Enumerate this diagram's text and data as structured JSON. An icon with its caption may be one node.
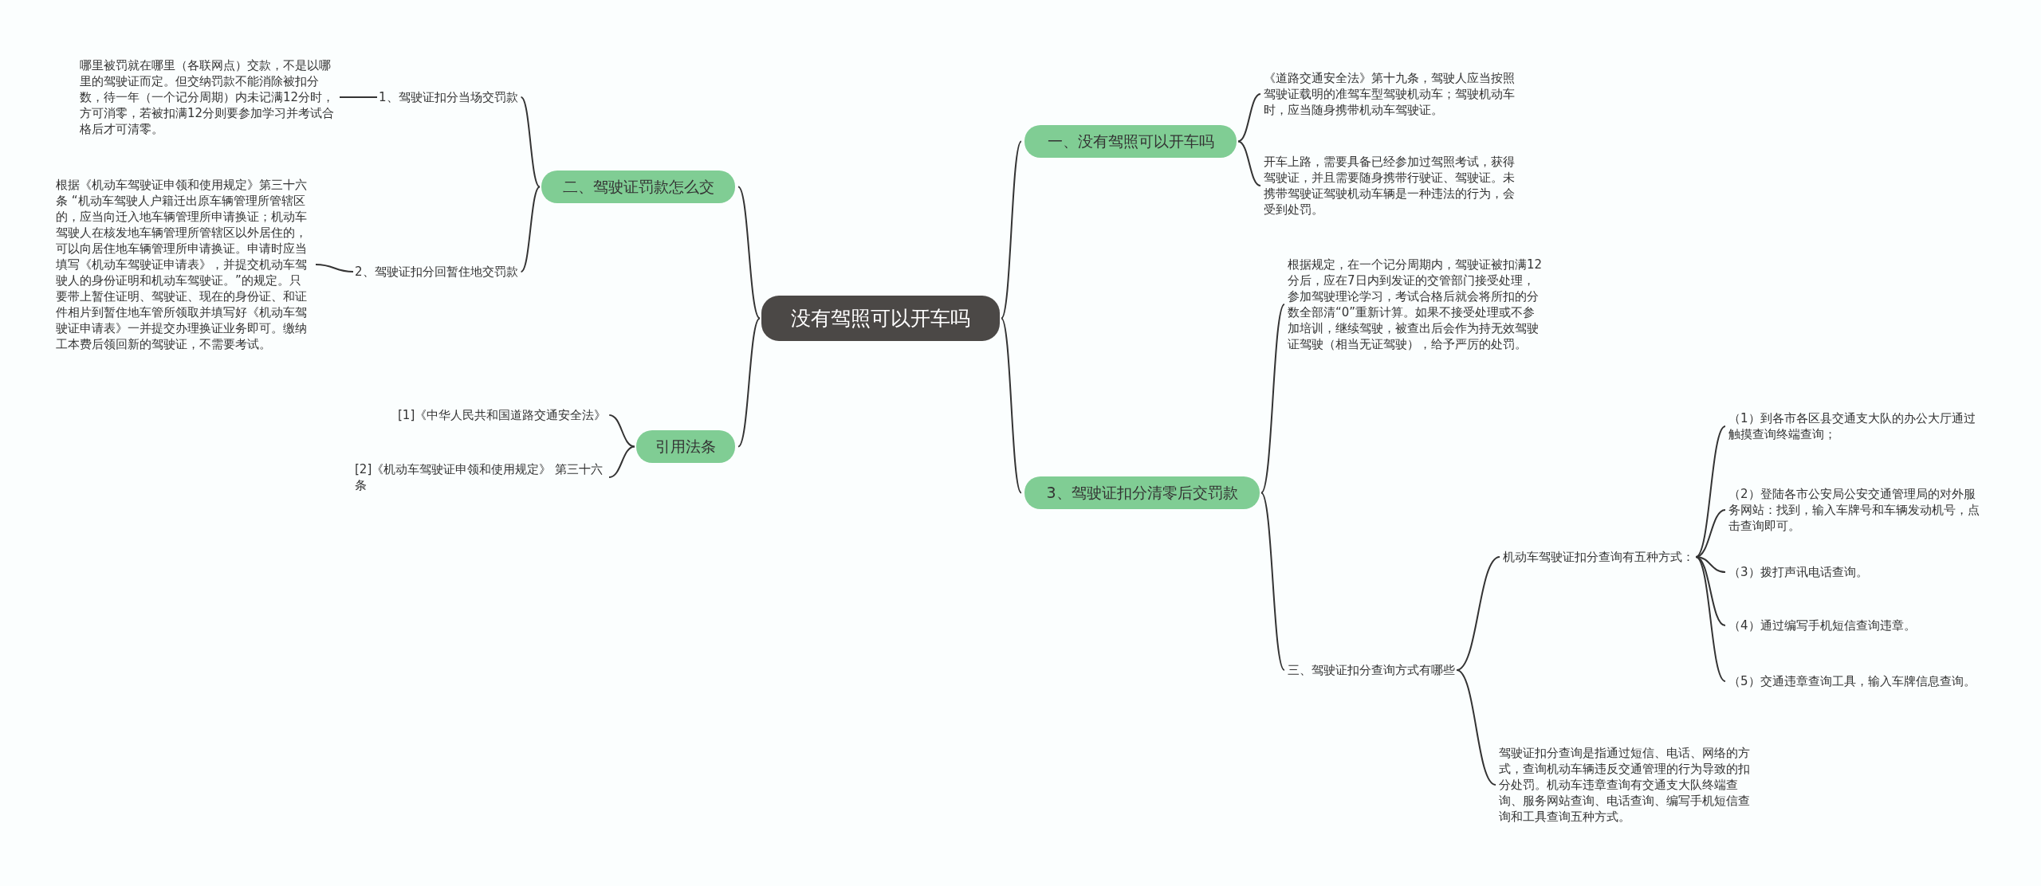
{
  "diagram": {
    "nodes": [
      {
        "text": [
          "没有驾照可以开车吗"
        ]
      },
      {
        "text": [
          "一、没有驾照可以开车吗"
        ]
      },
      {
        "text": [
          "二、驾驶证罚款怎么交"
        ]
      },
      {
        "text": [
          "引用法条"
        ]
      },
      {
        "text": [
          "3、驾驶证扣分清零后交罚款"
        ]
      },
      {
        "text": [
          "《道路交通安全法》第十九条，驾驶人应当按照驾驶证载明的准驾车型驾驶机动车；驾驶机动车时，应当随身携带机动车驾驶证。"
        ]
      },
      {
        "text": [
          "开车上路，需要具备已经参加过驾照考试，获得驾驶证，并且需要随身携带行驶证、驾驶证。未携带驾驶证驾驶机动车辆是一种违法的行为，会受到处罚。"
        ]
      },
      {
        "text": [
          "1、驾驶证扣分当场交罚款"
        ]
      },
      {
        "text": [
          "哪里被罚就在哪里（各联网点）交款，不是以哪里的驾驶证而定。但交纳罚款不能消除被扣分数，待一年（一个记分周期）内未记满12分时，方可消零，若被扣满12分则要参加学习并考试合格后才可清零。"
        ]
      },
      {
        "text": [
          "2、驾驶证扣分回暂住地交罚款"
        ]
      },
      {
        "text": [
          "根据《机动车驾驶证申领和使用规定》第三十六条 “机动车驾驶人户籍迁出原车辆管理所管辖区的，应当向迁入地车辆管理所申请换证；机动车驾驶人在核发地车辆管理所管辖区以外居住的，可以向居住地车辆管理所申请换证。申请时应当填写《机动车驾驶证申请表》，并提交机动车驾驶人的身份证明和机动车驾驶证。”的规定。只要带上暂住证明、驾驶证、现在的身份证、和证件相片到暂住地车管所领取并填写好《机动车驾驶证申请表》一并提交办理换证业务即可。缴纳工本费后领回新的驾驶证，不需要考试。"
        ]
      },
      {
        "text": [
          "[1]《中华人民共和国道路交通安全法》"
        ]
      },
      {
        "text": [
          "[2]《机动车驾驶证申领和使用规定》 第三十六条"
        ]
      },
      {
        "text": [
          "根据规定，在一个记分周期内，驾驶证被扣满12分后，应在7日内到发证的交管部门接受处理，参加驾驶理论学习，考试合格后就会将所扣的分数全部清“0”重新计算。如果不接受处理或不参加培训，继续驾驶，被查出后会作为持无效驾驶证驾驶（相当无证驾驶），给予严厉的处罚。"
        ]
      },
      {
        "text": [
          "三、驾驶证扣分查询方式有哪些"
        ]
      },
      {
        "text": [
          "机动车驾驶证扣分查询有五种方式："
        ]
      },
      {
        "text": [
          "（1）到各市各区县交通支大队的办公大厅通过触摸查询终端查询；"
        ]
      },
      {
        "text": [
          "（2）登陆各市公安局公安交通管理局的对外服务网站：找到，输入车牌号和车辆发动机号，点击查询即可。"
        ]
      },
      {
        "text": [
          "（3）拨打声讯电话查询。"
        ]
      },
      {
        "text": [
          "（4）通过编写手机短信查询违章。"
        ]
      },
      {
        "text": [
          "（5）交通违章查询工具，输入车牌信息查询。"
        ]
      },
      {
        "text": [
          "驾驶证扣分查询是指通过短信、电话、网络的方式，查询机动车辆违反交通管理的行为导致的扣分处罚。机动车违章查询有交通支大队终端查询、服务网站查询、电话查询、编写手机短信查询和工具查询五种方式。"
        ]
      }
    ],
    "edges": [
      {
        "from": 0,
        "to": 1,
        "arrow": "none"
      },
      {
        "from": 0,
        "to": 2,
        "arrow": "none"
      },
      {
        "from": 0,
        "to": 3,
        "arrow": "none"
      },
      {
        "from": 0,
        "to": 4,
        "arrow": "none"
      },
      {
        "from": 1,
        "to": 5,
        "arrow": "none"
      },
      {
        "from": 1,
        "to": 6,
        "arrow": "none"
      },
      {
        "from": 2,
        "to": 7,
        "arrow": "none"
      },
      {
        "from": 2,
        "to": 9,
        "arrow": "none"
      },
      {
        "from": 7,
        "to": 8,
        "arrow": "none"
      },
      {
        "from": 9,
        "to": 10,
        "arrow": "none"
      },
      {
        "from": 3,
        "to": 11,
        "arrow": "none"
      },
      {
        "from": 3,
        "to": 12,
        "arrow": "none"
      },
      {
        "from": 4,
        "to": 13,
        "arrow": "none"
      },
      {
        "from": 4,
        "to": 14,
        "arrow": "none"
      },
      {
        "from": 14,
        "to": 15,
        "arrow": "none"
      },
      {
        "from": 14,
        "to": 21,
        "arrow": "none"
      },
      {
        "from": 15,
        "to": 16,
        "arrow": "none"
      },
      {
        "from": 15,
        "to": 17,
        "arrow": "none"
      },
      {
        "from": 15,
        "to": 18,
        "arrow": "none"
      },
      {
        "from": 15,
        "to": 19,
        "arrow": "none"
      },
      {
        "from": 15,
        "to": 20,
        "arrow": "none"
      }
    ]
  }
}
